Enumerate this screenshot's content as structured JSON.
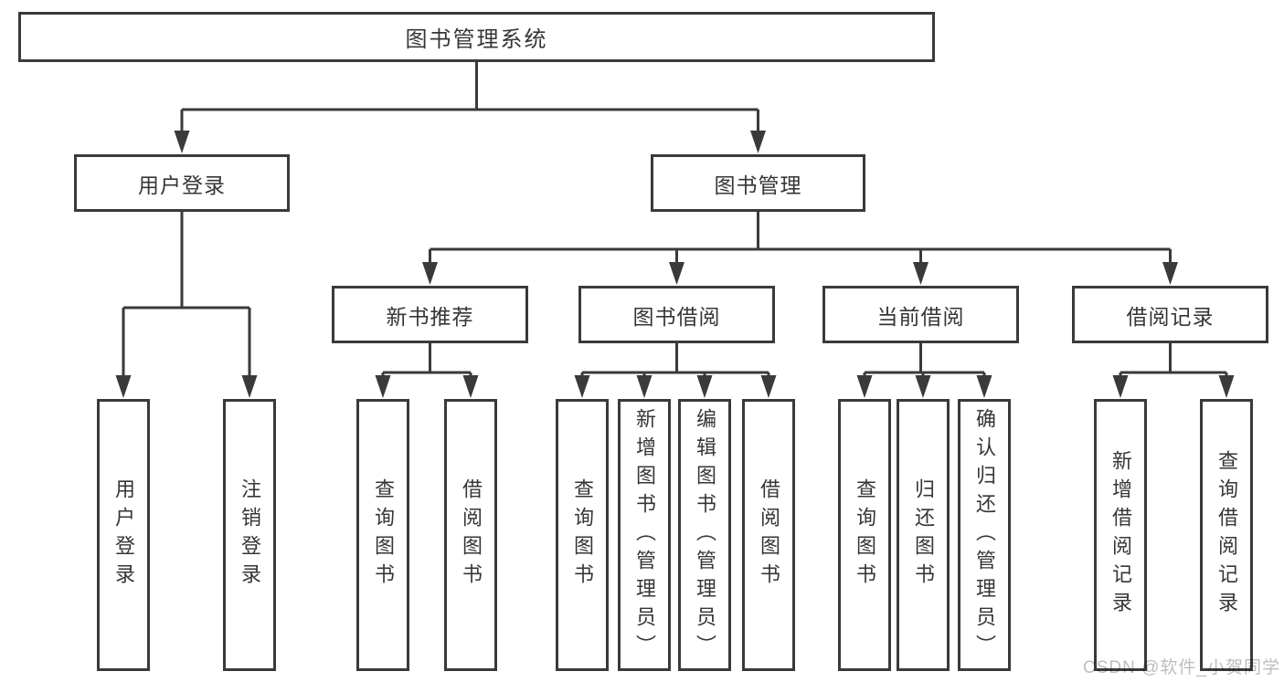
{
  "tree": {
    "label": "图书管理系统",
    "children": [
      {
        "label": "用户登录",
        "children": [
          {
            "label": "用户登录"
          },
          {
            "label": "注销登录"
          }
        ]
      },
      {
        "label": "图书管理",
        "children": [
          {
            "label": "新书推荐",
            "children": [
              {
                "label": "查询图书"
              },
              {
                "label": "借阅图书"
              }
            ]
          },
          {
            "label": "图书借阅",
            "children": [
              {
                "label": "查询图书"
              },
              {
                "label": "新增图书（管理员）"
              },
              {
                "label": "编辑图书（管理员）"
              },
              {
                "label": "借阅图书"
              }
            ]
          },
          {
            "label": "当前借阅",
            "children": [
              {
                "label": "查询图书"
              },
              {
                "label": "归还图书"
              },
              {
                "label": "确认归还（管理员）"
              }
            ]
          },
          {
            "label": "借阅记录",
            "children": [
              {
                "label": "新增借阅记录"
              },
              {
                "label": "查询借阅记录"
              }
            ]
          }
        ]
      }
    ]
  },
  "watermark": {
    "text": "CSDN @软件_小贺同学"
  },
  "colors": {
    "line": "#3a3a3a",
    "text": "#363636",
    "watermark": "#bdbdbd",
    "background": "#ffffff"
  }
}
